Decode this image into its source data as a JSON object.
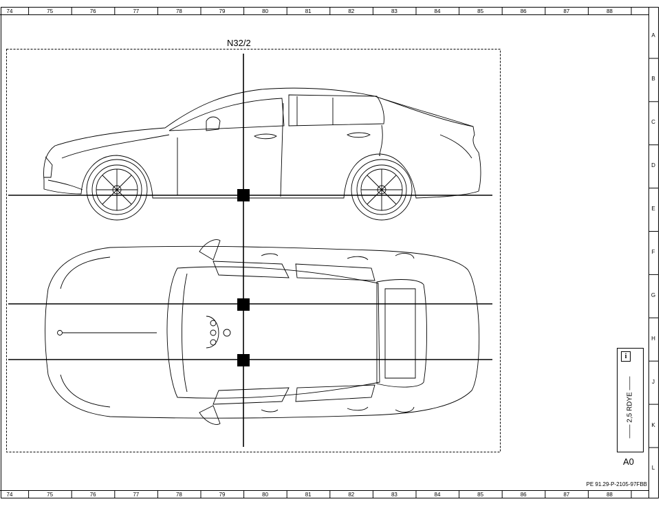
{
  "drawing": {
    "component": "N32/2",
    "document_ref": "PE 91.29-P-2105-97FBB",
    "sheet_size": "A0",
    "legend": {
      "icon": "info-icon",
      "wire_spec": "2,5 RDYE"
    },
    "columns": [
      "74",
      "75",
      "76",
      "77",
      "78",
      "79",
      "80",
      "81",
      "82",
      "83",
      "84",
      "85",
      "86",
      "87",
      "88"
    ],
    "rows": [
      "A",
      "B",
      "C",
      "D",
      "E",
      "F",
      "G",
      "H",
      "J",
      "K",
      "L"
    ]
  }
}
